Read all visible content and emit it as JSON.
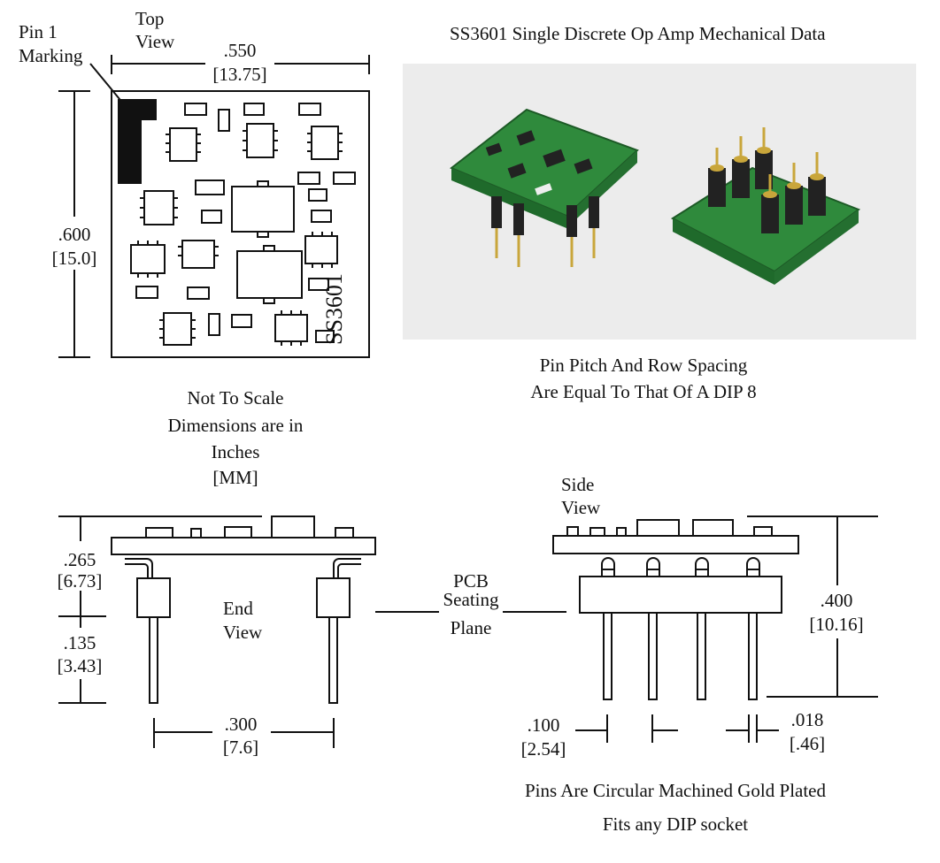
{
  "title": "SS3601 Single Discrete Op Amp Mechanical Data",
  "top_view": {
    "label_line1": "Top",
    "label_line2": "View",
    "pin1_line1": "Pin 1",
    "pin1_line2": "Marking",
    "width_in": ".550",
    "width_mm": "[13.75]",
    "height_in": ".600",
    "height_mm": "[15.0]",
    "board_text": "SS3601"
  },
  "photo_caption": {
    "line1": "Pin Pitch And Row Spacing",
    "line2": "Are Equal To That Of A DIP 8"
  },
  "notes": {
    "line1": "Not To Scale",
    "line2": "Dimensions are in",
    "line3": "Inches",
    "line4": "[MM]"
  },
  "end_view": {
    "label_line1": "End",
    "label_line2": "View",
    "height_in": ".265",
    "height_mm": "[6.73]",
    "pin_in": ".135",
    "pin_mm": "[3.43]",
    "row_in": ".300",
    "row_mm": "[7.6]"
  },
  "seating_plane": {
    "line1": "PCB",
    "line2": "Seating",
    "line3": "Plane"
  },
  "side_view": {
    "label_line1": "Side",
    "label_line2": "View",
    "height_in": ".400",
    "height_mm": "[10.16]",
    "pitch_in": ".100",
    "pitch_mm": "[2.54]",
    "pin_dia_in": ".018",
    "pin_dia_mm": "[.46]"
  },
  "footer": {
    "line1": "Pins Are Circular Machined Gold Plated",
    "line2": "Fits any DIP socket"
  },
  "photo_image": "photo of two assembled SS3601 op amp modules",
  "colors": {
    "pcb_green": "#2f8a3c",
    "pin_gold": "#c9a63b",
    "ink": "#111111"
  }
}
